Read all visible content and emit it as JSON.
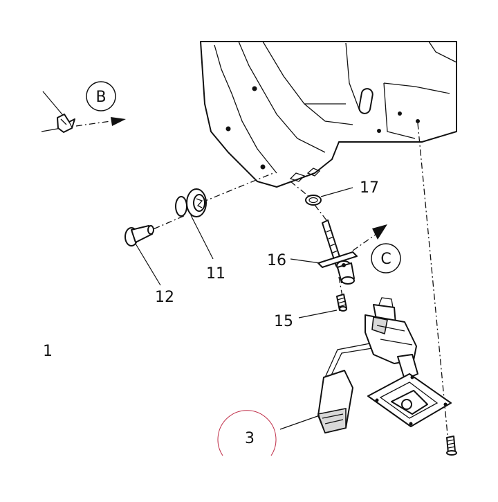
{
  "callouts": {
    "p1": "1",
    "p3": "3",
    "p11": "11",
    "p12": "12",
    "p15": "15",
    "p16": "16",
    "p17": "17"
  },
  "views": {
    "b": "B",
    "c": "C"
  },
  "colors": {
    "line": "#111111",
    "highlight_circle": "#c0304a"
  }
}
